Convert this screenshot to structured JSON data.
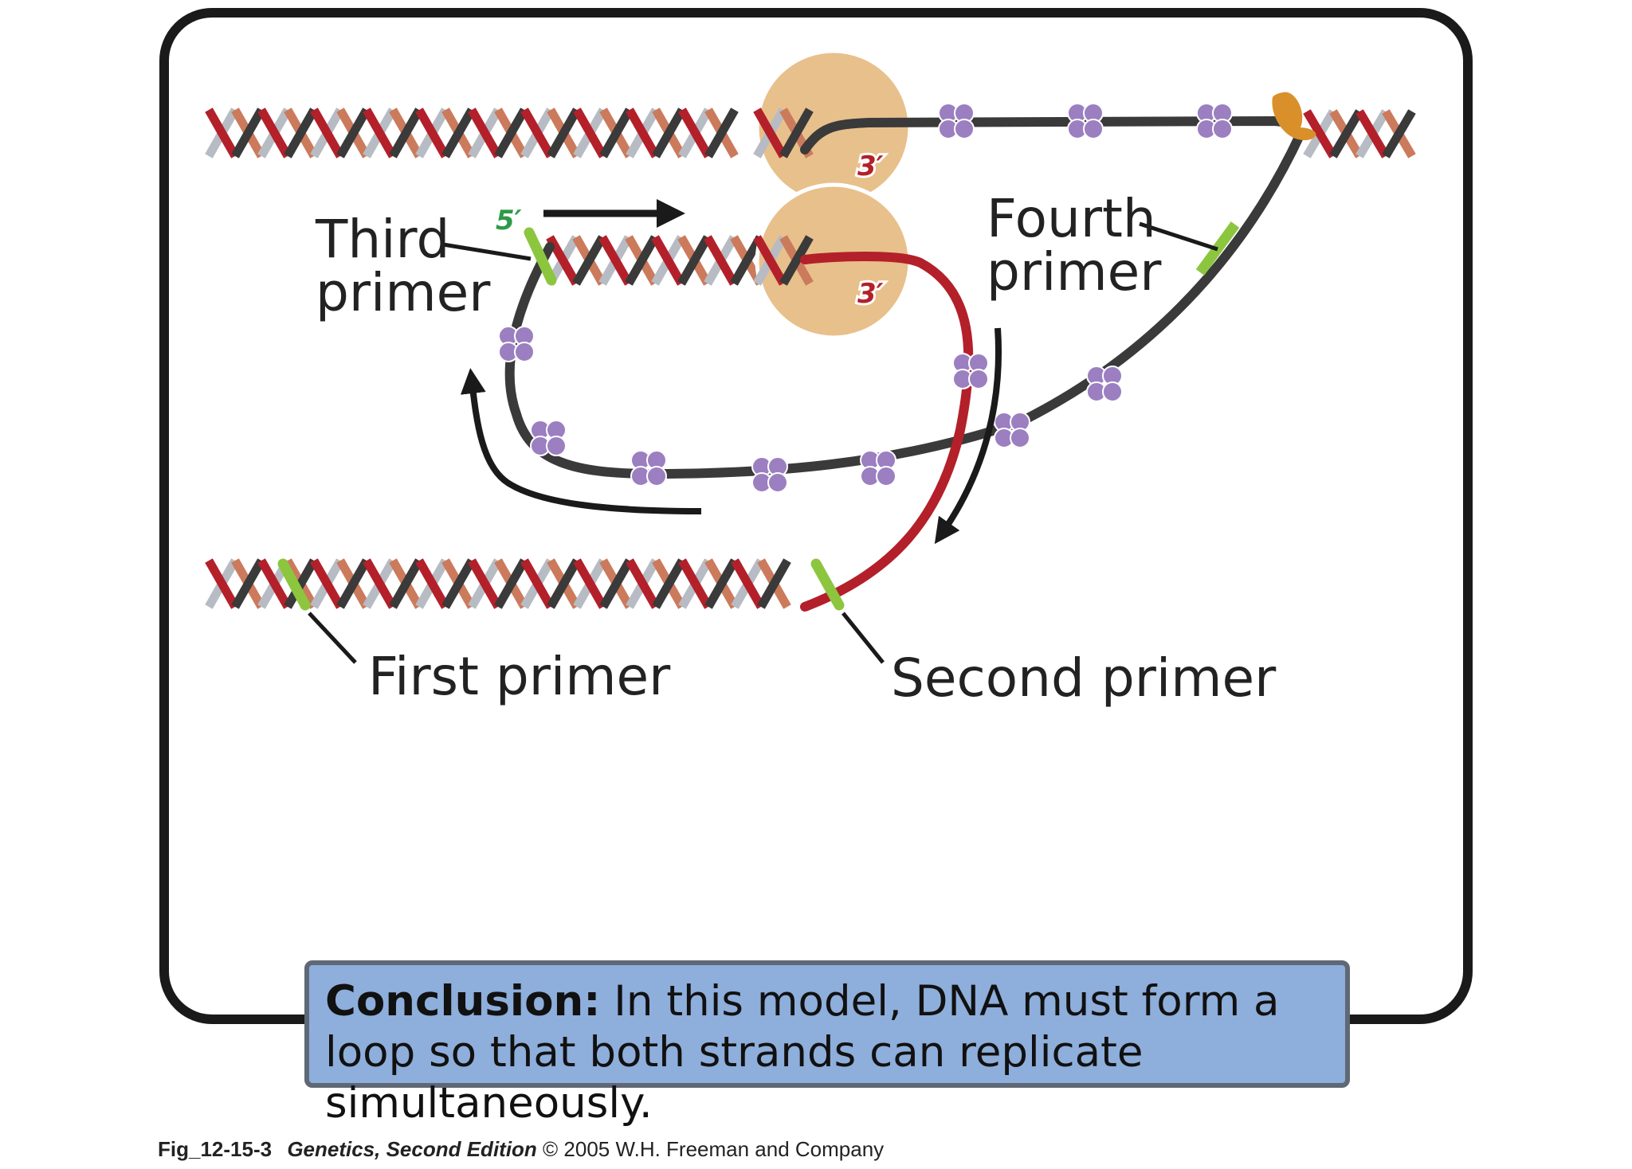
{
  "labels": {
    "third_primer_line1": "Third",
    "third_primer_line2": "primer",
    "fourth_primer_line1": "Fourth",
    "fourth_primer_line2": "primer",
    "first_primer": "First primer",
    "second_primer": "Second primer",
    "five_prime": "5′",
    "three_prime_top": "3′",
    "three_prime_lower": "3′"
  },
  "conclusion": {
    "heading": "Conclusion:",
    "text": "In this model, DNA must form a loop so that both strands can replicate simultaneously."
  },
  "caption": {
    "figure_id": "Fig_12-15-3",
    "book_title": "Genetics, Second Edition",
    "publisher": "© 2005 W.H. Freeman and Company"
  },
  "colors": {
    "frame": "#1a1a1a",
    "strand_dark": "#3a3a3a",
    "strand_red": "#b3202a",
    "strand_salmon": "#cc7a5c",
    "strand_gray": "#b7bcc4",
    "primer_green": "#8cc63f",
    "polymerase": "#e8c08c",
    "ssb_protein": "#9b7fc0",
    "helicase": "#d9902a",
    "five_prime_green": "#2e9a48",
    "conclusion_fill": "#8eaedb"
  },
  "icons": {
    "polymerase": "polymerase-circle",
    "single_strand_binding_protein": "ssb-protein-cluster",
    "helicase": "helicase-shape",
    "direction_arrow": "arrow"
  }
}
